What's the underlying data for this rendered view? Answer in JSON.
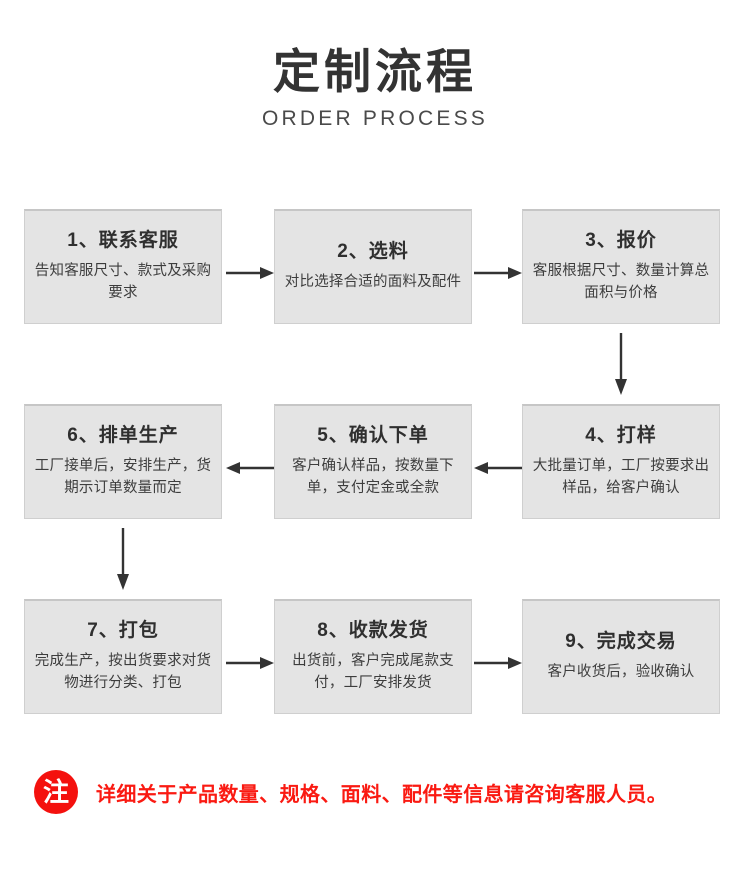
{
  "header": {
    "title_cn": "定制流程",
    "title_en": "ORDER PROCESS"
  },
  "flow": {
    "rows": [
      {
        "direction": "ltr",
        "boxes": [
          {
            "title": "1、联系客服",
            "desc": "告知客服尺寸、款式及采购要求"
          },
          {
            "title": "2、选料",
            "desc": "对比选择合适的面料及配件"
          },
          {
            "title": "3、报价",
            "desc": "客服根据尺寸、数量计算总面积与价格"
          }
        ]
      },
      {
        "direction": "rtl",
        "boxes": [
          {
            "title": "6、排单生产",
            "desc": "工厂接单后，安排生产，货期示订单数量而定"
          },
          {
            "title": "5、确认下单",
            "desc": "客户确认样品，按数量下单，支付定金或全款"
          },
          {
            "title": "4、打样",
            "desc": "大批量订单，工厂按要求出样品，给客户确认"
          }
        ]
      },
      {
        "direction": "ltr",
        "boxes": [
          {
            "title": "7、打包",
            "desc": "完成生产，按出货要求对货物进行分类、打包"
          },
          {
            "title": "8、收款发货",
            "desc": "出货前，客户完成尾款支付，工厂安排发货"
          },
          {
            "title": "9、完成交易",
            "desc": "客户收货后，验收确认"
          }
        ]
      }
    ]
  },
  "note": {
    "badge": "注",
    "text": "详细关于产品数量、规格、面料、配件等信息请咨询客服人员。"
  },
  "colors": {
    "box_fill": "#e4e4e4",
    "box_border": "#cfcfcf",
    "arrow": "#333333",
    "note_red": "#fa1a12",
    "title": "#333333"
  }
}
